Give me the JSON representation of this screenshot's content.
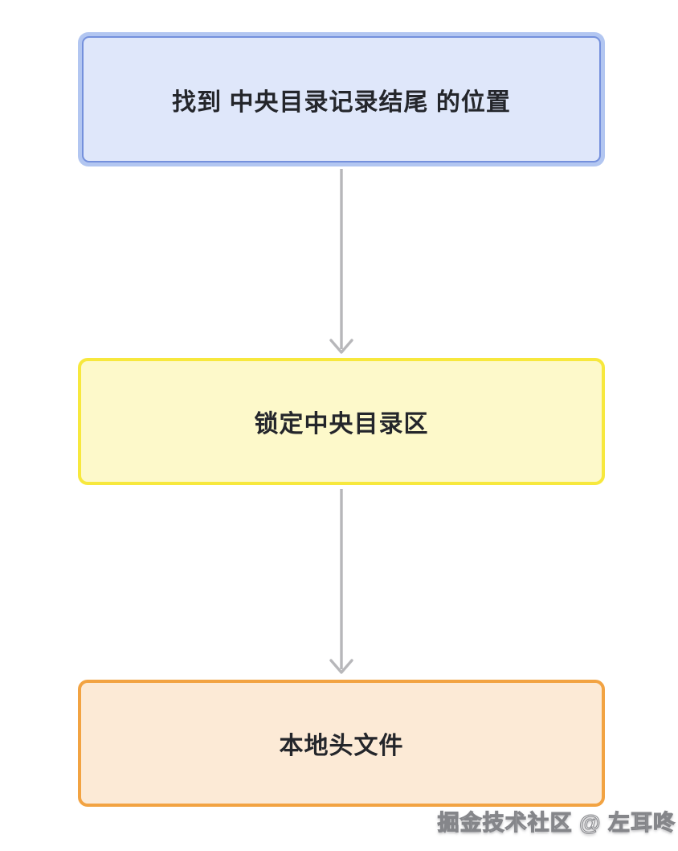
{
  "page": {
    "background": "#ffffff",
    "text_color": "#24262b",
    "arrow_color": "#b7b7ba"
  },
  "flowchart": {
    "nodes": [
      {
        "id": "find-eocd",
        "label": "找到 中央目录记录结尾 的位置",
        "fill": "#dfe7fa",
        "border_inner": "#7490dc",
        "border_outer": "#b2c6f1"
      },
      {
        "id": "central-directory",
        "label": "锁定中央目录区",
        "fill": "#fdf9ca",
        "border": "#f7e83d"
      },
      {
        "id": "local-file-header",
        "label": "本地头文件",
        "fill": "#fcead6",
        "border": "#f2a342"
      }
    ],
    "connectors": [
      {
        "from": "find-eocd",
        "to": "central-directory",
        "direction": "down"
      },
      {
        "from": "central-directory",
        "to": "local-file-header",
        "direction": "down"
      }
    ]
  },
  "watermark": {
    "text": "掘金技术社区 @ 左耳咚"
  }
}
